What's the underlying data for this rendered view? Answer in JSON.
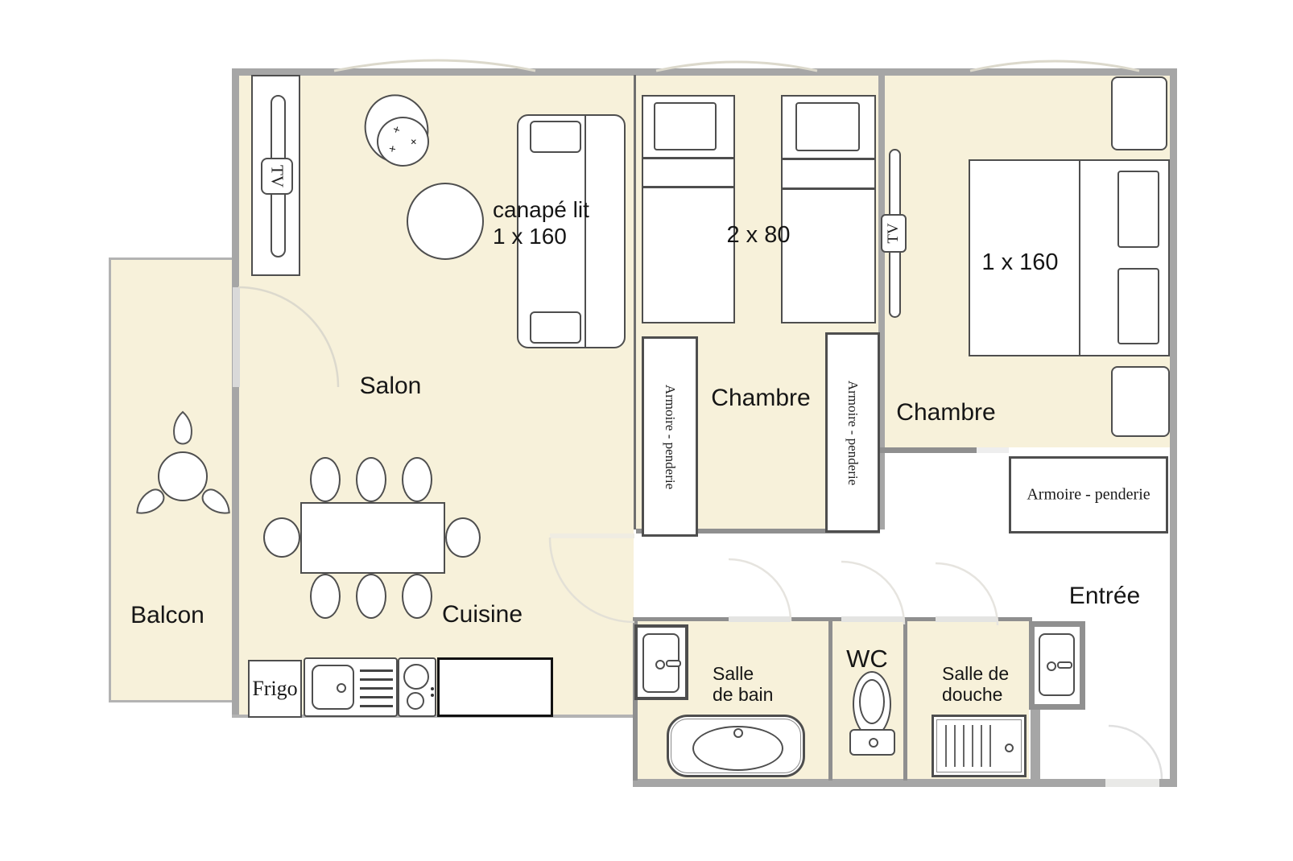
{
  "rooms": {
    "salon": "Salon",
    "balcon": "Balcon",
    "cuisine": "Cuisine",
    "chambre_1": "Chambre",
    "chambre_2": "Chambre",
    "entree": "Entrée",
    "wc": "WC",
    "salle_de_bain_line1": "Salle",
    "salle_de_bain_line2": "de bain",
    "salle_de_douche_line1": "Salle de",
    "salle_de_douche_line2": "douche"
  },
  "furniture": {
    "canape_line1": "canapé lit",
    "canape_line2": "1 x 160",
    "twin_beds_label": "2 x 80",
    "double_bed_label": "1 x 160",
    "armoire_chambre1_left": "Armoire - penderie",
    "armoire_chambre1_right": "Armoire - penderie",
    "armoire_entree": "Armoire - penderie",
    "frigo": "Frigo",
    "tv_salon": "TV",
    "tv_chambre": "TV"
  },
  "colors": {
    "room_floor": "#f7f1da",
    "hall_floor": "#ffffff",
    "exterior_wall": "#a6a6a6",
    "interior_wall": "#8f8f8f",
    "furniture_stroke": "#4e4e4e"
  }
}
